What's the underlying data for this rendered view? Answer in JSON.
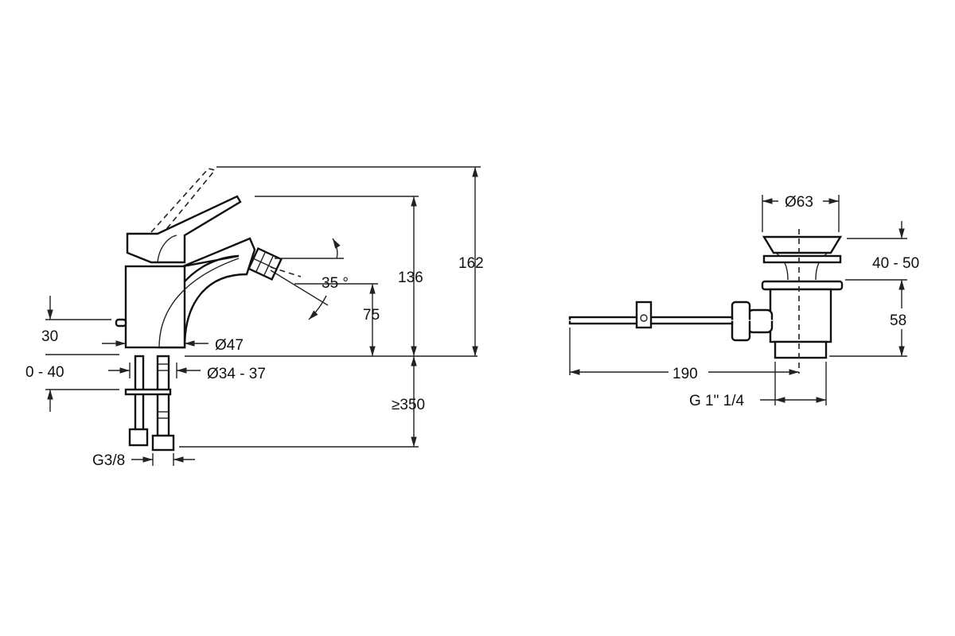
{
  "faucet": {
    "dim_total_height": "162",
    "dim_lever_height": "136",
    "dim_spout_height": "75",
    "dim_angle": "35 °",
    "dim_base_diameter": "Ø47",
    "dim_hole_diameter": "Ø34 - 37",
    "dim_pop_up": "30",
    "dim_deck_thickness": "0 - 40",
    "dim_hose_length": "≥350",
    "dim_connection": "G3/8"
  },
  "drain": {
    "dim_diameter": "Ø63",
    "dim_flange_height": "40 - 50",
    "dim_body_height": "58",
    "dim_rod_length": "190",
    "dim_thread": "G 1\" 1/4"
  }
}
